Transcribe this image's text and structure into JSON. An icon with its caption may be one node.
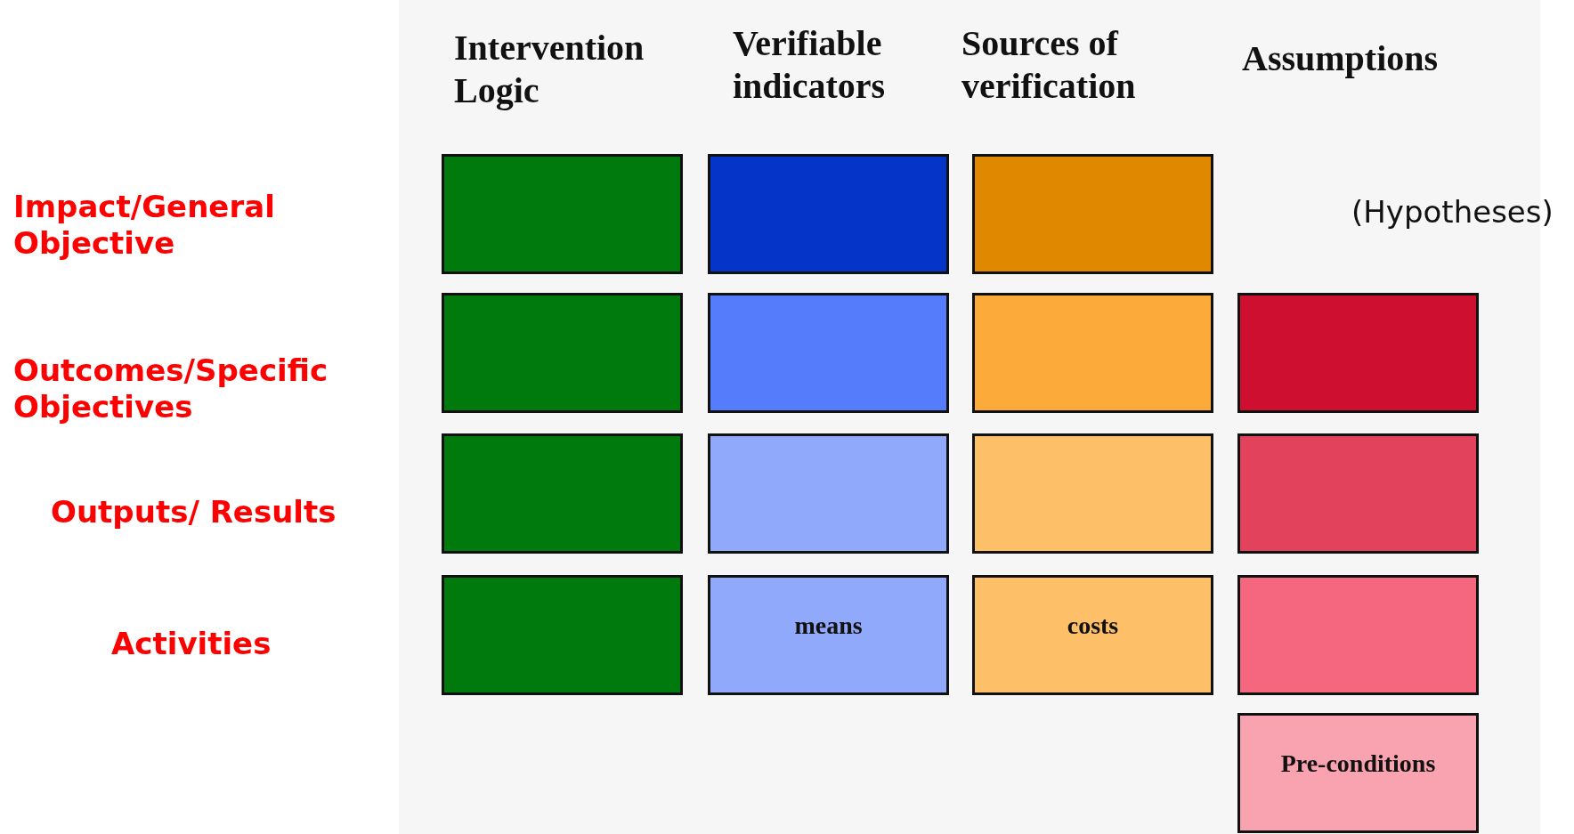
{
  "diagram": {
    "nodes": [
      {
        "text": [],
        "shape": "box"
      },
      {
        "text": [],
        "shape": "box"
      },
      {
        "text": [],
        "shape": "box"
      },
      {
        "text": [],
        "shape": "box"
      },
      {
        "text": [],
        "shape": "box"
      },
      {
        "text": [],
        "shape": "box"
      },
      {
        "text": [],
        "shape": "box"
      },
      {
        "text": [],
        "shape": "box"
      },
      {
        "text": [],
        "shape": "box"
      },
      {
        "text": [],
        "shape": "box"
      },
      {
        "text": [],
        "shape": "box"
      },
      {
        "text": [],
        "shape": "box"
      },
      {
        "text": [
          "means"
        ]
      },
      {
        "text": [
          "costs"
        ]
      },
      {
        "text": [],
        "shape": "box"
      },
      {
        "text": [
          "Pre-conditions"
        ]
      }
    ],
    "labels": [
      "Intervention Logic",
      "Verifiable indicators",
      "Sources of verification",
      "Assumptions",
      "Impact/General Objective",
      "(Hypotheses)",
      "Outcomes/Specific Objectives",
      "Outputs/ Results",
      "Activities"
    ]
  }
}
